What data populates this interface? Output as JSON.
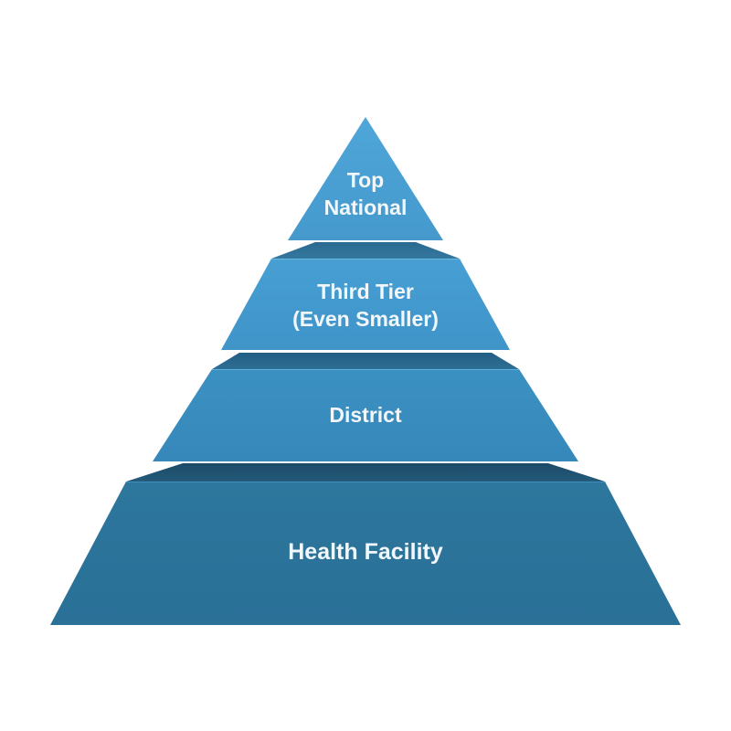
{
  "diagram": {
    "type": "pyramid",
    "levels": [
      {
        "id": "top",
        "lines": [
          "Top",
          "National"
        ],
        "color": "#4a9fd2"
      },
      {
        "id": "third",
        "lines": [
          "Third Tier",
          "(Even Smaller)"
        ],
        "color": "#4297cc"
      },
      {
        "id": "district",
        "lines": [
          "District"
        ],
        "color": "#3a8cbf"
      },
      {
        "id": "health",
        "lines": [
          "Health Facility"
        ],
        "color": "#2c7399"
      }
    ],
    "band_colors": [
      "#2f6f95",
      "#2a6587",
      "#1f4e6b"
    ]
  }
}
